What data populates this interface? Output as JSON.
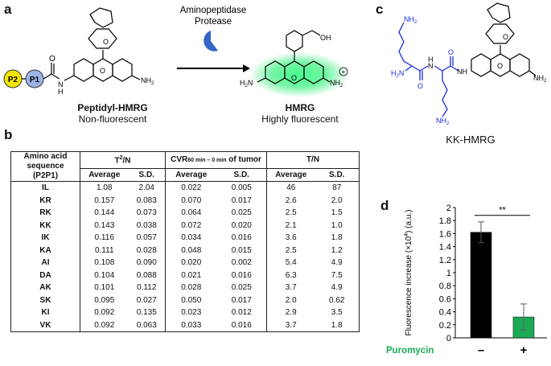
{
  "panels": {
    "a": "a",
    "b": "b",
    "c": "c",
    "d": "d"
  },
  "panel_a": {
    "enzyme_line1": "Aminopeptidase",
    "enzyme_line2": "Protease",
    "left_name": "Peptidyl-HMRG",
    "left_desc": "Non-fluorescent",
    "right_name": "HMRG",
    "right_desc": "Highly fluorescent",
    "p2": "P2",
    "p1": "P1",
    "nh_amide": "N",
    "h_amide": "H",
    "o_carbonyl": "O",
    "o_lactone": "O",
    "o_xanthene": "O",
    "nh2": "NH",
    "nh2_sub": "2",
    "oh": "OH",
    "h2n": "H",
    "h2n_sub": "2",
    "h2n_n": "N",
    "nh2_plus": "NH",
    "plus": "+"
  },
  "panel_c": {
    "name": "KK-HMRG",
    "nh2_top": "NH",
    "h2n": "H",
    "nh": "NH",
    "nh2": "NH",
    "o_label": "O",
    "n_label": "N",
    "h_label": "H",
    "sub2": "2"
  },
  "table": {
    "col_header_line1": "Amino acid",
    "col_header_line2": "sequence",
    "col_header_line3": "(P2P1)",
    "g1_main": "T",
    "g1_sup": "2",
    "g1_rest": "/N",
    "g2_main": "CVR",
    "g2_sub": "60 min – 0 min",
    "g2_rest": " of tumor",
    "g3": "T/N",
    "average": "Average",
    "sd": "S.D.",
    "rows": [
      {
        "seq": "IL",
        "a1": "1.08",
        "s1": "2.04",
        "a2": "0.022",
        "s2": "0.005",
        "a3": "46",
        "s3": "87"
      },
      {
        "seq": "KR",
        "a1": "0.157",
        "s1": "0.083",
        "a2": "0.070",
        "s2": "0.017",
        "a3": "2.6",
        "s3": "2.0"
      },
      {
        "seq": "RK",
        "a1": "0.144",
        "s1": "0.073",
        "a2": "0.064",
        "s2": "0.025",
        "a3": "2.5",
        "s3": "1.5"
      },
      {
        "seq": "KK",
        "a1": "0.143",
        "s1": "0.038",
        "a2": "0.072",
        "s2": "0.020",
        "a3": "2.1",
        "s3": "1.0"
      },
      {
        "seq": "IK",
        "a1": "0.116",
        "s1": "0.057",
        "a2": "0.034",
        "s2": "0.016",
        "a3": "3.6",
        "s3": "1.8"
      },
      {
        "seq": "KA",
        "a1": "0.111",
        "s1": "0.028",
        "a2": "0.048",
        "s2": "0.015",
        "a3": "2.5",
        "s3": "1.2"
      },
      {
        "seq": "AI",
        "a1": "0.108",
        "s1": "0.090",
        "a2": "0.020",
        "s2": "0.002",
        "a3": "5.4",
        "s3": "4.9"
      },
      {
        "seq": "DA",
        "a1": "0.104",
        "s1": "0.088",
        "a2": "0.021",
        "s2": "0.016",
        "a3": "6.3",
        "s3": "7.5"
      },
      {
        "seq": "AK",
        "a1": "0.101",
        "s1": "0.112",
        "a2": "0.028",
        "s2": "0.025",
        "a3": "3.7",
        "s3": "4.9"
      },
      {
        "seq": "SK",
        "a1": "0.095",
        "s1": "0.027",
        "a2": "0.050",
        "s2": "0.017",
        "a3": "2.0",
        "s3": "0.62"
      },
      {
        "seq": "KI",
        "a1": "0.092",
        "s1": "0.135",
        "a2": "0.023",
        "s2": "0.012",
        "a3": "2.9",
        "s3": "3.5"
      },
      {
        "seq": "VK",
        "a1": "0.092",
        "s1": "0.063",
        "a2": "0.033",
        "s2": "0.016",
        "a3": "3.7",
        "s3": "1.8"
      }
    ]
  },
  "chart_data": {
    "type": "bar",
    "categories": [
      "–",
      "+"
    ],
    "category_group_label": "Puromycin",
    "values": [
      1.62,
      0.32
    ],
    "errors": [
      0.16,
      0.2
    ],
    "colors": [
      "#000000",
      "#1aaa55"
    ],
    "ylabel_main": "Fluorescence increase (×10",
    "ylabel_sup": "4",
    "ylabel_end": ") (a.u.)",
    "ylim": [
      0,
      2
    ],
    "yticks": [
      "0",
      "0.2",
      "0.4",
      "0.6",
      "0.8",
      "1",
      "1.2",
      "1.4",
      "1.6",
      "1.8",
      "2"
    ],
    "significance": "**"
  }
}
